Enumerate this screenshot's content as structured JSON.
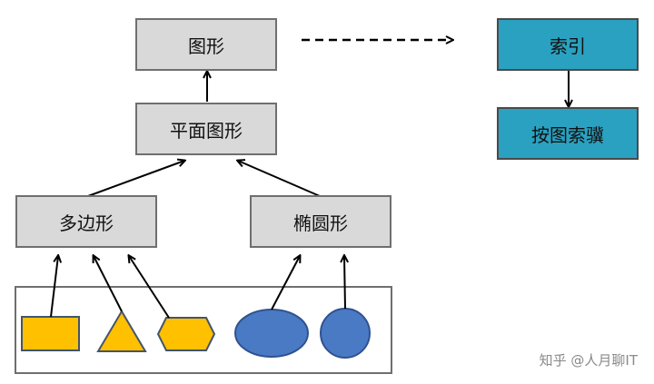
{
  "diagram": {
    "nodes": {
      "graphic": "图形",
      "plane_graphic": "平面图形",
      "polygon": "多边形",
      "ellipse": "椭圆形",
      "index": "索引",
      "index_by_graphic": "按图索骥"
    },
    "shape_colors": {
      "yellow": "#ffc000",
      "blue": "#4a7ac4",
      "gray_fill": "#d9d9d9",
      "teal_fill": "#2aa1c0"
    },
    "icons": [
      "rectangle-icon",
      "triangle-icon",
      "hexagon-icon",
      "ellipse-icon",
      "circle-icon"
    ]
  },
  "watermark": "知乎 @人月聊IT"
}
